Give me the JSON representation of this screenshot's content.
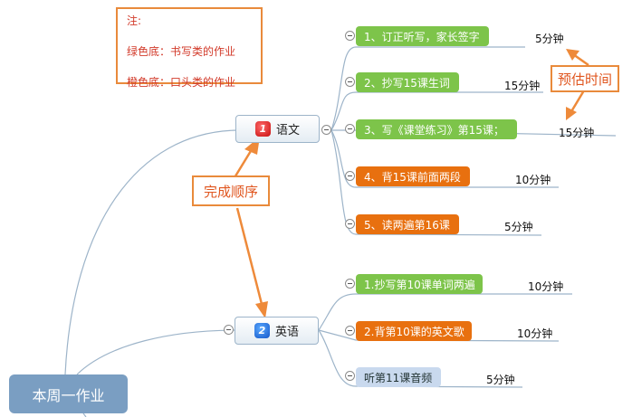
{
  "notes": {
    "title": "注:",
    "green": "绿色底：书写类的作业",
    "orange": "橙色底：口头类的作业"
  },
  "callouts": {
    "order": "完成顺序",
    "time": "预估时间"
  },
  "root": {
    "label": "本周一作业"
  },
  "subjects": {
    "chinese": {
      "num": "1",
      "label": "语文"
    },
    "english": {
      "num": "2",
      "label": "英语"
    }
  },
  "chinese_tasks": [
    {
      "label": "1、订正听写，家长签字",
      "time": "5分钟",
      "type": "书写"
    },
    {
      "label": "2、抄写15课生词",
      "time": "15分钟",
      "type": "书写"
    },
    {
      "label": "3、写《课堂练习》第15课；",
      "time": "15分钟",
      "type": "书写"
    },
    {
      "label": "4、背15课前面两段",
      "time": "10分钟",
      "type": "口头"
    },
    {
      "label": "5、读两遍第16课",
      "time": "5分钟",
      "type": "口头"
    }
  ],
  "english_tasks": [
    {
      "label": "1.抄写第10课单词两遍",
      "time": "10分钟",
      "type": "书写"
    },
    {
      "label": "2.背第10课的英文歌",
      "time": "10分钟",
      "type": "口头"
    },
    {
      "label": "听第11课音频",
      "time": "5分钟",
      "type": ""
    }
  ],
  "colors": {
    "green": "#7dc44a",
    "orange": "#e8700f",
    "blue": "#c9d9ee",
    "root": "#7a9ec2",
    "connector": "#9db4c9",
    "callout_border": "#e98a3b",
    "arrow": "#ee8a3a"
  }
}
